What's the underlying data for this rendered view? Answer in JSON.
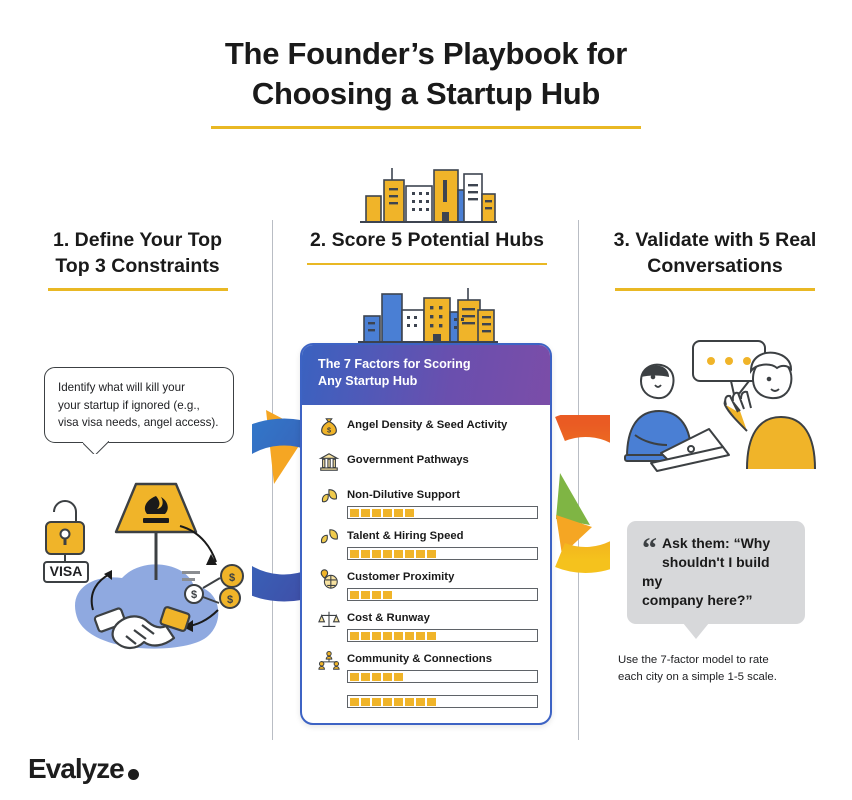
{
  "title": {
    "line1": "The Founder’s Playbook for",
    "line2": "Choosing a Startup Hub",
    "accent_color": "#e9b824"
  },
  "columns": [
    {
      "heading_line1": "1. Define Your Top",
      "heading_line2": "Top 3 Constraints",
      "callout": {
        "line1": "Identify what will kill your",
        "line2": "your startup if ignored (e.g.,",
        "line3": "visa visa needs, angel access)."
      },
      "illustration": {
        "padlock_label": "VISA",
        "icons": [
          "padlock-visa",
          "fire-hazard-sign",
          "coins",
          "handshake-blob"
        ]
      }
    },
    {
      "heading_line1": "2. Score 5 Potential Hubs",
      "heading_line2": "",
      "card": {
        "header_line1": "The 7 Factors for Scoring",
        "header_line2": "Any Startup Hub",
        "header_gradient_from": "#3a62c0",
        "header_gradient_to": "#7b4da8",
        "bar_fill_color": "#f0b429",
        "factors": [
          {
            "icon": "money-bag-icon",
            "label": "Angel Density & Seed Activity",
            "segments": 0
          },
          {
            "icon": "government-building-icon",
            "label": "Government Pathways",
            "segments": 0
          },
          {
            "icon": "leaf-icon",
            "label": "Non-Dilutive Support",
            "segments": 6
          },
          {
            "icon": "leaf-icon",
            "label": "Talent & Hiring Speed",
            "segments": 8
          },
          {
            "icon": "map-pin-globe-icon",
            "label": "Customer Proximity",
            "segments": 4
          },
          {
            "icon": "scales-icon",
            "label": "Cost & Runway",
            "segments": 8
          },
          {
            "icon": "community-people-icon",
            "label": "Community & Connections",
            "segments": 5
          },
          {
            "icon": "",
            "label": "",
            "segments": 8
          }
        ]
      },
      "illustration": {
        "icons": [
          "city-skyline-top",
          "city-skyline-bottom",
          "blue-arrow-arc",
          "orange-arrow-arc"
        ]
      }
    },
    {
      "heading_line1": "3. Validate with 5 Real",
      "heading_line2": "Conversations",
      "quote": {
        "mark": "“",
        "line1": "Ask them: “Why",
        "line2": "shouldn't I build my",
        "line3": "company here?”",
        "background": "#d7d8da"
      },
      "note_line1": "Use the 7-factor model to rate",
      "note_line2": "each city on a simple 1-5 scale.",
      "illustration": {
        "icons": [
          "person-with-laptop",
          "person-waving",
          "chat-bubble-ellipsis"
        ]
      }
    }
  ],
  "logo": {
    "name": "Evalyze",
    "dot": "•"
  }
}
